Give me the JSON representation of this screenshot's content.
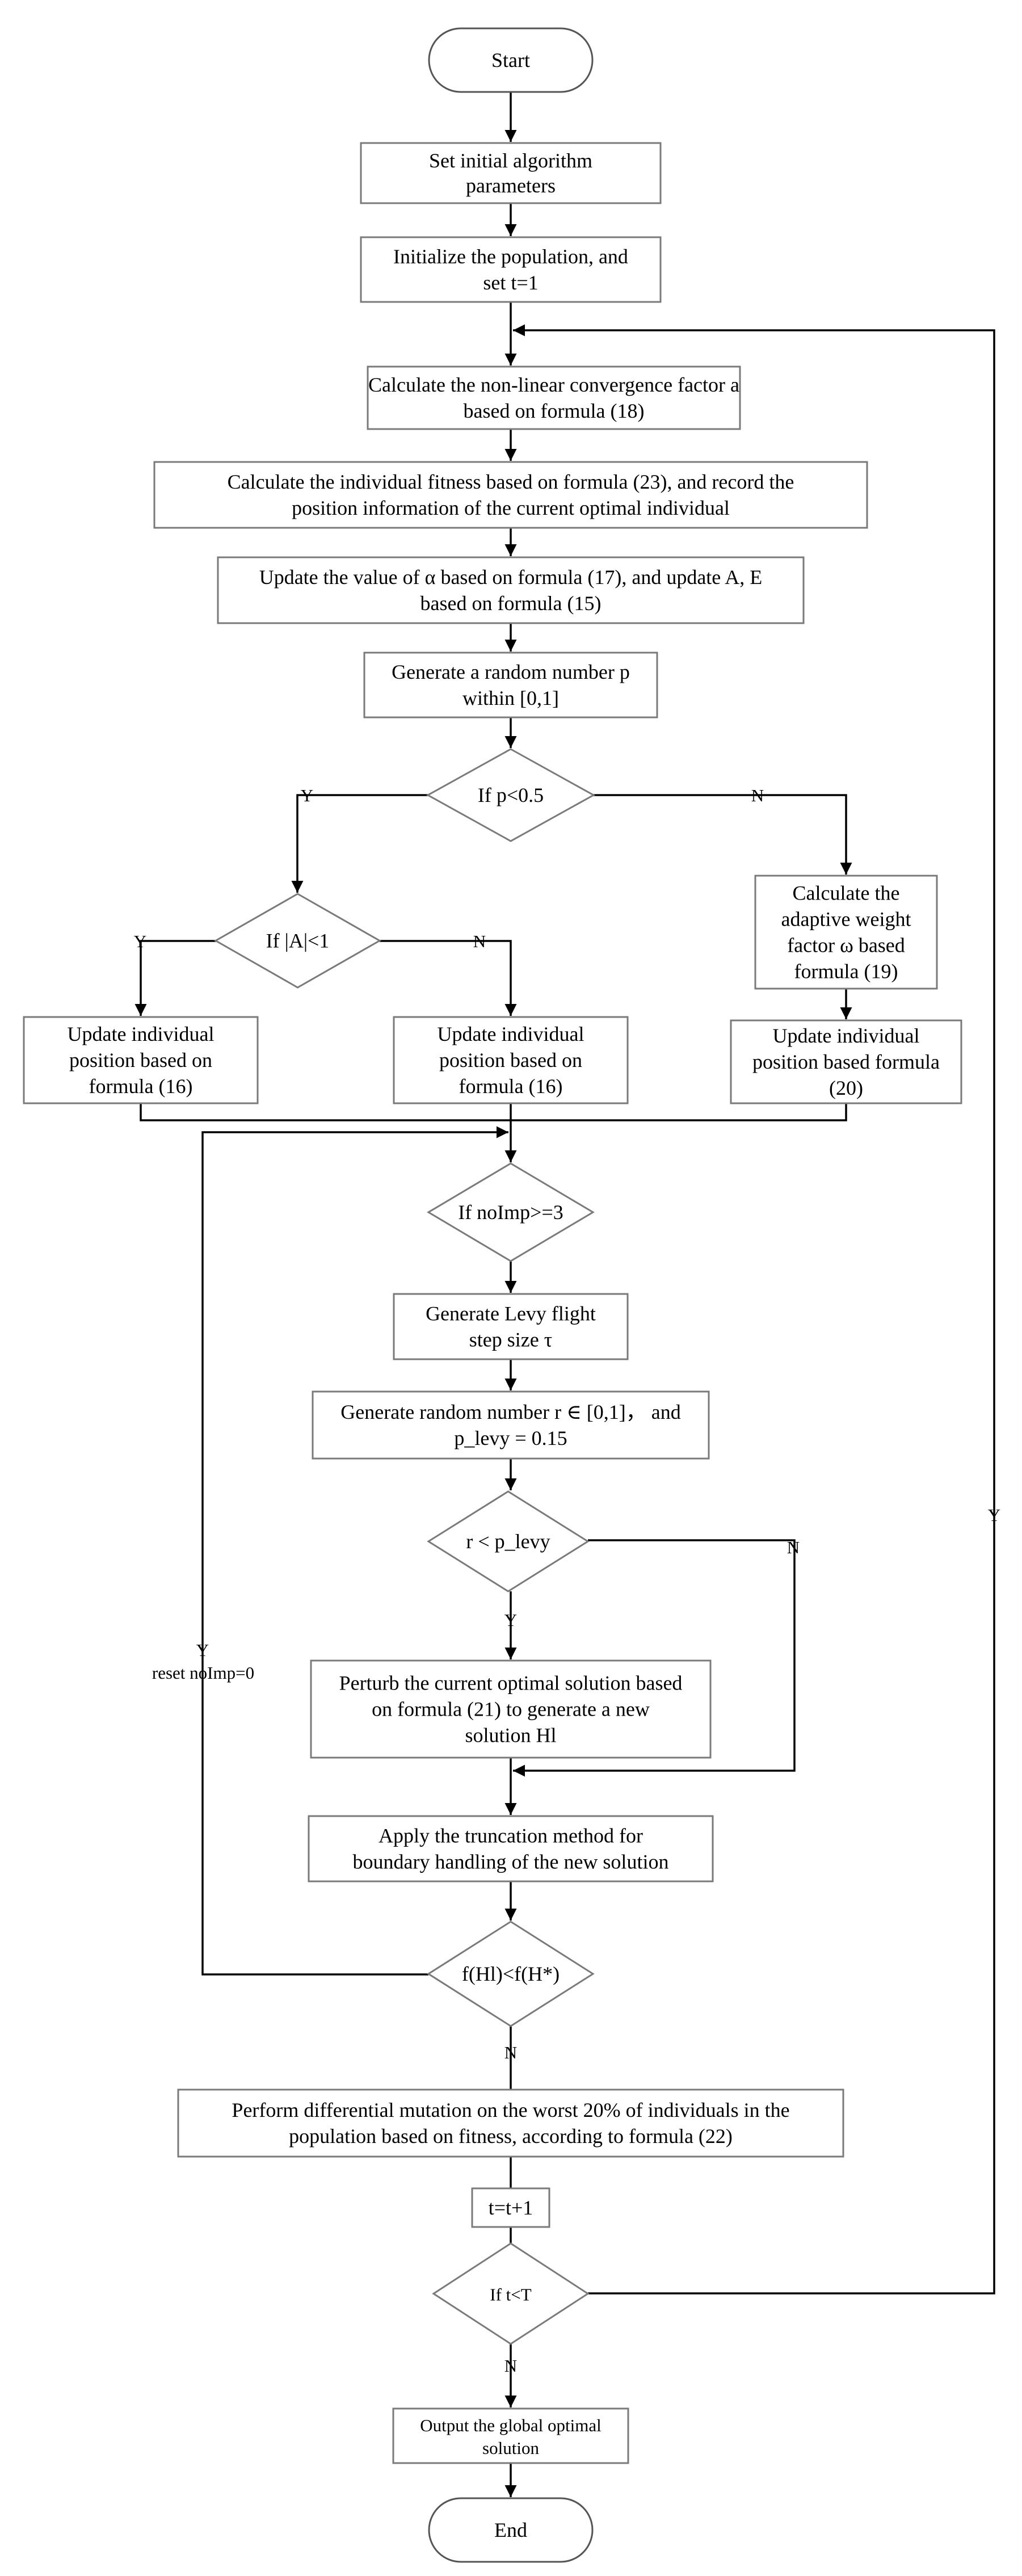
{
  "flowchart": {
    "nodes": [
      {
        "id": "start",
        "shape": "terminal",
        "lines": [
          "Start"
        ]
      },
      {
        "id": "set_params",
        "shape": "process",
        "lines": [
          "Set initial algorithm",
          "parameters"
        ]
      },
      {
        "id": "init_pop",
        "shape": "process",
        "lines": [
          "Initialize the population, and",
          "set t=1"
        ]
      },
      {
        "id": "calc_a",
        "shape": "process",
        "lines": [
          "Calculate the non-linear convergence factor a",
          "based on formula (18)"
        ]
      },
      {
        "id": "calc_fitness",
        "shape": "process",
        "lines": [
          "Calculate the individual fitness based on formula (23), and record the",
          "position information of the current optimal individual"
        ]
      },
      {
        "id": "update_alpha",
        "shape": "process",
        "lines": [
          "Update the value of α based on formula (17), and update A, E",
          "based on formula (15)"
        ]
      },
      {
        "id": "gen_p",
        "shape": "process",
        "lines": [
          "Generate a random number p",
          "within [0,1]"
        ]
      },
      {
        "id": "if_p",
        "shape": "decision",
        "lines": [
          "If p<0.5"
        ]
      },
      {
        "id": "if_A",
        "shape": "decision",
        "lines": [
          "If |A|<1"
        ]
      },
      {
        "id": "calc_w",
        "shape": "process",
        "lines": [
          "Calculate the",
          "adaptive weight",
          "factor ω based",
          "formula (19)"
        ]
      },
      {
        "id": "upd_pos_left",
        "shape": "process",
        "lines": [
          "Update individual",
          "position based on",
          "formula (16)"
        ]
      },
      {
        "id": "upd_pos_mid",
        "shape": "process",
        "lines": [
          "Update individual",
          "position based on",
          "formula (16)"
        ]
      },
      {
        "id": "upd_pos_right",
        "shape": "process",
        "lines": [
          "Update individual",
          "position based formula",
          "(20)"
        ]
      },
      {
        "id": "if_noimp",
        "shape": "decision",
        "lines": [
          "If noImp>=3"
        ]
      },
      {
        "id": "gen_levy",
        "shape": "process",
        "lines": [
          "Generate Levy flight",
          "step size τ"
        ]
      },
      {
        "id": "gen_r",
        "shape": "process",
        "lines": [
          "Generate random number r ∈ [0,1]， and",
          "p_levy = 0.15"
        ]
      },
      {
        "id": "if_r",
        "shape": "decision",
        "lines": [
          "r < p_levy"
        ]
      },
      {
        "id": "perturb",
        "shape": "process",
        "lines": [
          "Perturb the current optimal solution based",
          "on formula (21) to generate a new",
          "solution Hl"
        ]
      },
      {
        "id": "truncate",
        "shape": "process",
        "lines": [
          "Apply the truncation method for",
          "boundary handling of the new solution"
        ]
      },
      {
        "id": "if_f",
        "shape": "decision",
        "lines": [
          "f(Hl)<f(H*)"
        ]
      },
      {
        "id": "mutation",
        "shape": "process",
        "lines": [
          "Perform differential mutation on the worst 20% of individuals in the",
          "population based on fitness, according to formula (22)"
        ]
      },
      {
        "id": "t_inc",
        "shape": "process",
        "lines": [
          "t=t+1"
        ]
      },
      {
        "id": "if_t",
        "shape": "decision",
        "lines": [
          "If t<T"
        ]
      },
      {
        "id": "output",
        "shape": "process",
        "lines": [
          "Output the global optimal",
          "solution"
        ]
      },
      {
        "id": "end",
        "shape": "terminal",
        "lines": [
          "End"
        ]
      }
    ],
    "edge_labels": {
      "p_yes": "Y",
      "p_no": "N",
      "a_yes": "Y",
      "a_no": "N",
      "r_yes": "Y",
      "r_no": "N",
      "f_no": "N",
      "loop_yes": "Y",
      "loop_reset": "reset noImp=0",
      "t_yes": "Y",
      "t_no": "N"
    }
  }
}
